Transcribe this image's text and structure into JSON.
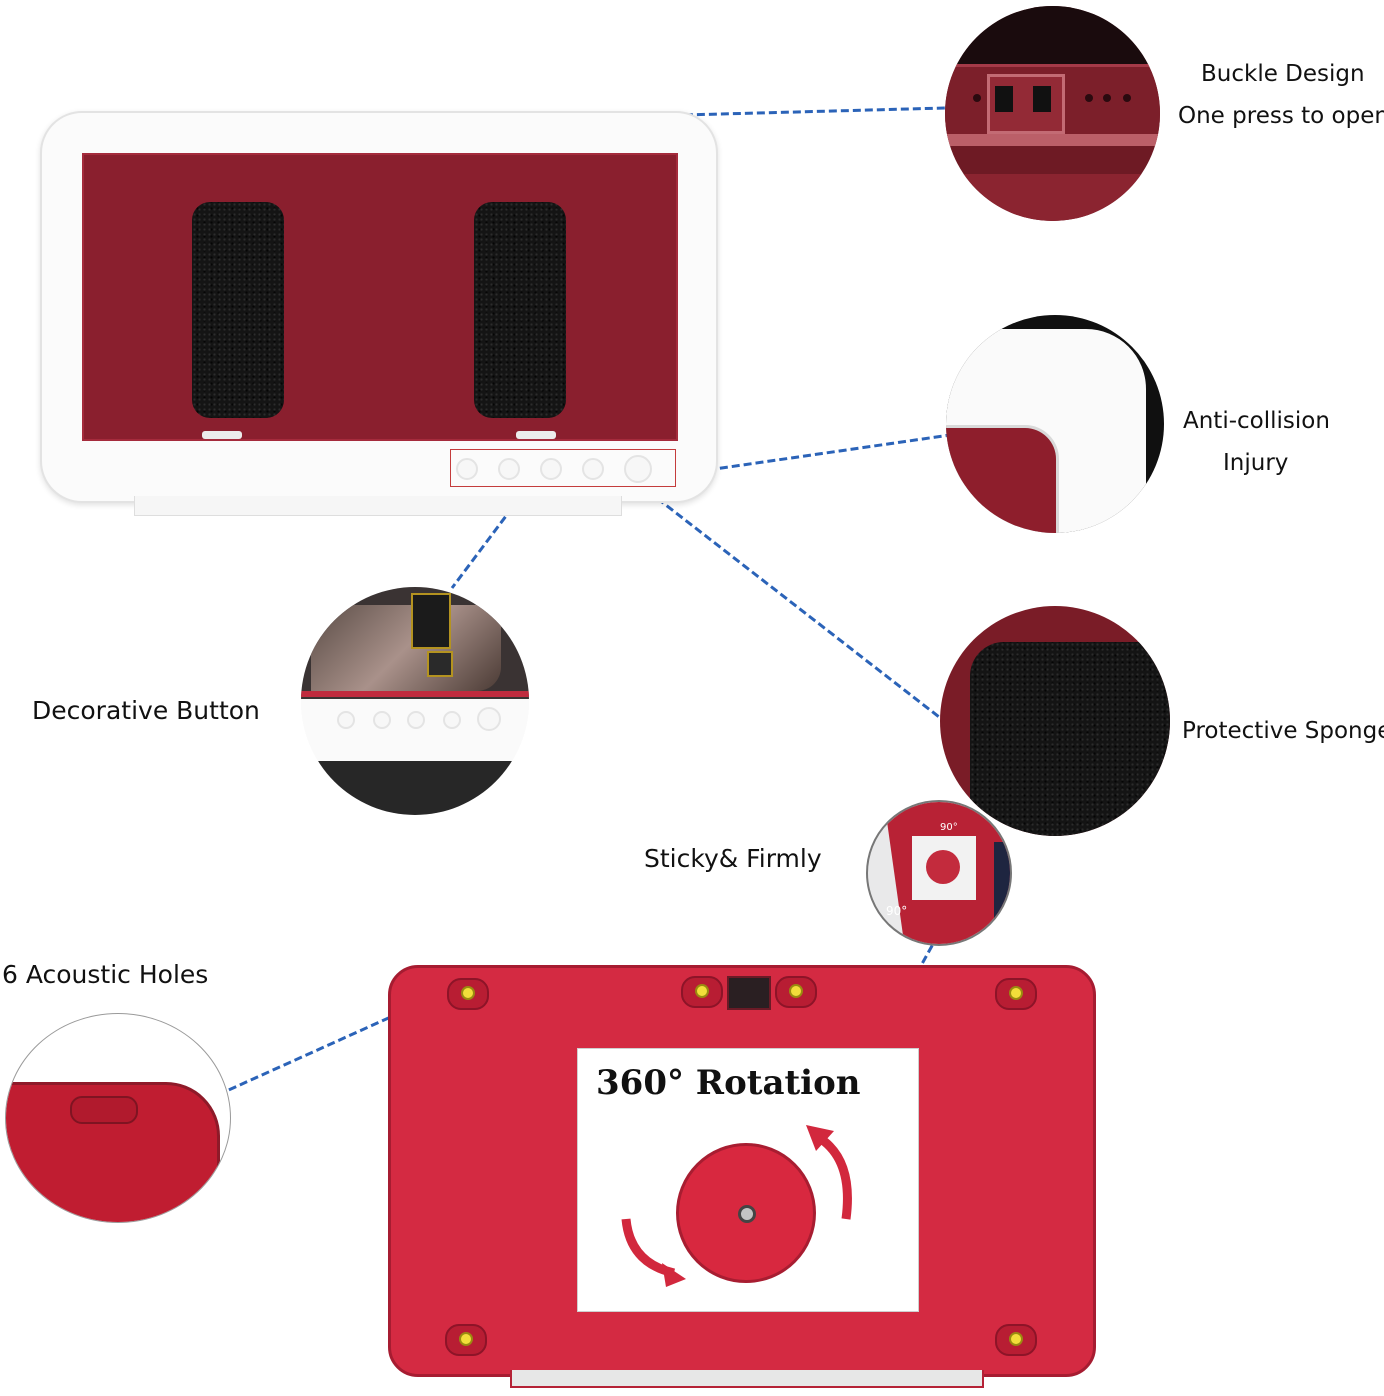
{
  "callouts": {
    "buckle": {
      "line1": "Buckle Design",
      "line2": "One press to open"
    },
    "anti_collision": {
      "line1": "Anti-collision",
      "line2": "Injury"
    },
    "sponge": {
      "label": "Protective Sponge"
    },
    "decorative_button": {
      "label": "Decorative Button"
    },
    "sticky": {
      "label": "Sticky& Firmly"
    },
    "acoustic": {
      "label": "6 Acoustic Holes"
    }
  },
  "back_panel": {
    "sticker_text": "360° Rotation"
  },
  "rotation_inset": {
    "angle_top": "90°",
    "angle_bottom": "90°"
  },
  "colors": {
    "case_red": "#8a1f2e",
    "back_red": "#d42a42",
    "frame_white": "#ffffff",
    "sponge_black": "#141414",
    "leader_line": "#2b63b8"
  }
}
